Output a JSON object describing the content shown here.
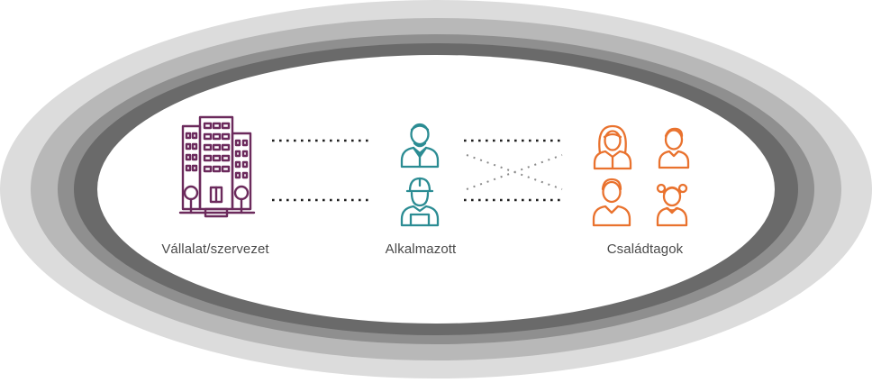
{
  "diagram": {
    "labels": {
      "company": "Vállalat/szervezet",
      "employee": "Alkalmazott",
      "family": "Családtagok"
    },
    "icons": {
      "company": "office-building-icon",
      "employee_top": "worker-icon",
      "employee_bottom": "worker-with-hardhat-icon",
      "family": [
        "woman-icon",
        "boy-icon",
        "man-icon",
        "girl-icon"
      ]
    },
    "colors": {
      "company": "#6b2a5c",
      "employee": "#2b8c93",
      "family": "#e9722e",
      "ring_outer": "#dcdcdc",
      "ring_2": "#b8b8b8",
      "ring_3": "#8f8f8f",
      "ring_inner": "#6a6a6a",
      "connector": "#1f1f1f",
      "cross_connector": "#8a8a8a"
    }
  }
}
